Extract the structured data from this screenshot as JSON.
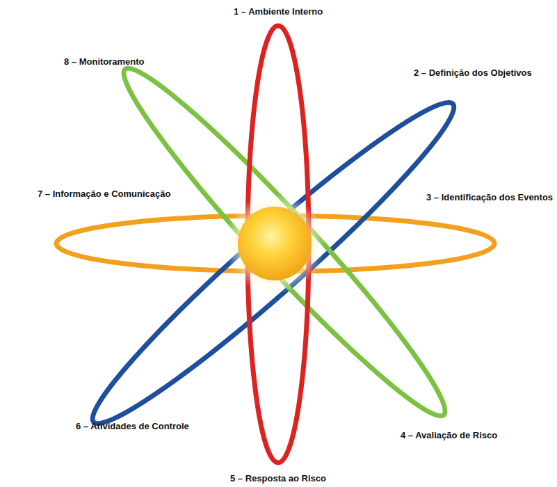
{
  "diagram": {
    "labels": [
      "1 – Ambiente Interno",
      "2 – Definição dos Objetivos",
      "3 – Identificação dos Eventos",
      "4 – Avaliação de Risco",
      "5 – Resposta ao Risco",
      "6 – Atividades de Controle",
      "7 – Informação e Comunicação",
      "8 – Monitoramento"
    ]
  }
}
